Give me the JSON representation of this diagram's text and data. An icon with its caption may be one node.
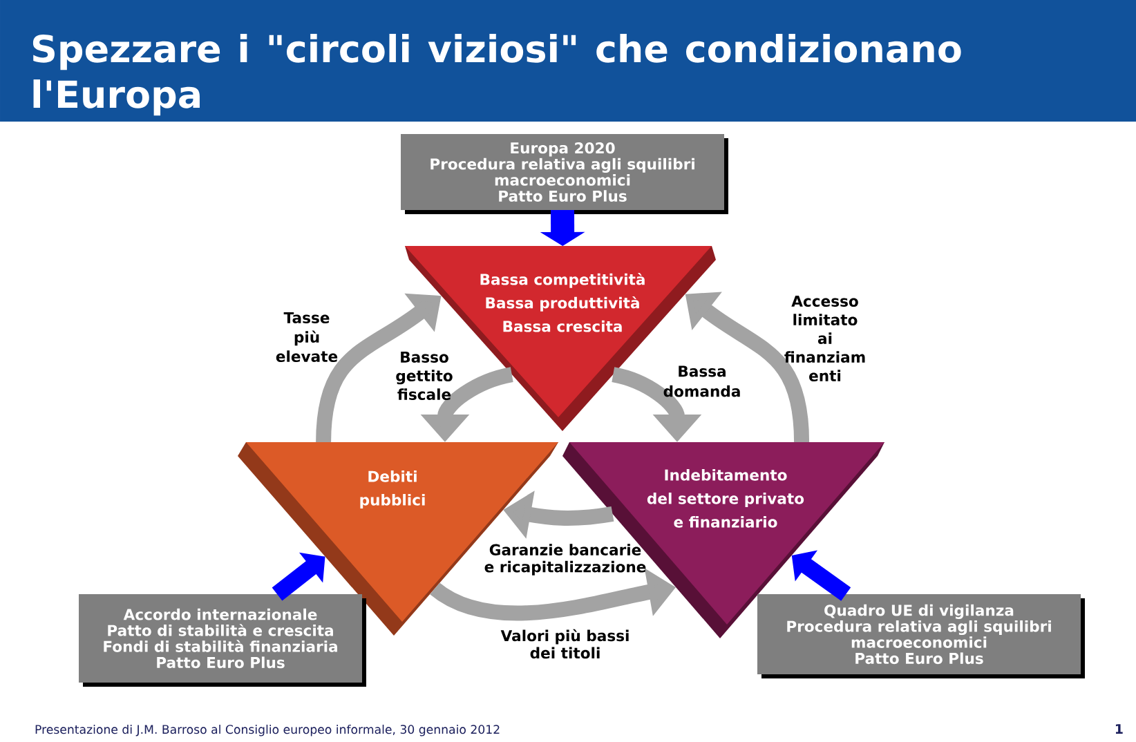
{
  "diagram": {
    "title": "Spezzare i \"circoli viziosi\" che condizionano l'Europa",
    "nodes": [
      {
        "text": [
          "Europa 2020",
          "Procedura relativa agli squilibri macroeconomici",
          "Patto Euro Plus"
        ]
      },
      {
        "text": [
          "Bassa competitività",
          "Bassa produttività",
          "Bassa crescita"
        ]
      },
      {
        "text": [
          "Debiti pubblici"
        ]
      },
      {
        "text": [
          "Indebitamento del settore privato e finanziario"
        ]
      },
      {
        "text": [
          "Accordo internazionale",
          "Patto di stabilità e crescita",
          "Fondi di stabilità finanziaria",
          "Patto Euro Plus"
        ]
      },
      {
        "text": [
          "Quadro UE di vigilanza",
          "Procedura relativa agli squilibri macroeconomici",
          "Patto Euro Plus"
        ]
      }
    ],
    "edges": [
      {
        "from": 0,
        "to": 1,
        "arrow": "to",
        "color": "#0000ff"
      },
      {
        "from": 4,
        "to": 2,
        "arrow": "to",
        "color": "#0000ff"
      },
      {
        "from": 5,
        "to": 3,
        "arrow": "to",
        "color": "#0000ff"
      },
      {
        "from": 2,
        "to": 1,
        "arrow": "to",
        "label": "Tasse più elevate"
      },
      {
        "from": 1,
        "to": 2,
        "arrow": "to",
        "label": "Basso gettito fiscale"
      },
      {
        "from": 1,
        "to": 3,
        "arrow": "to",
        "label": "Bassa domanda"
      },
      {
        "from": 3,
        "to": 1,
        "arrow": "to",
        "label": "Accesso limitato ai finanziam enti"
      },
      {
        "from": 3,
        "to": 2,
        "arrow": "to",
        "label": "Garanzie bancarie e ricapitalizzazione"
      },
      {
        "from": 2,
        "to": 3,
        "arrow": "to",
        "label": "Valori più bassi dei titoli"
      }
    ],
    "labels": [
      "Presentazione di J.M. Barroso al Consiglio europeo informale, 30 gennaio 2012",
      "1"
    ]
  }
}
